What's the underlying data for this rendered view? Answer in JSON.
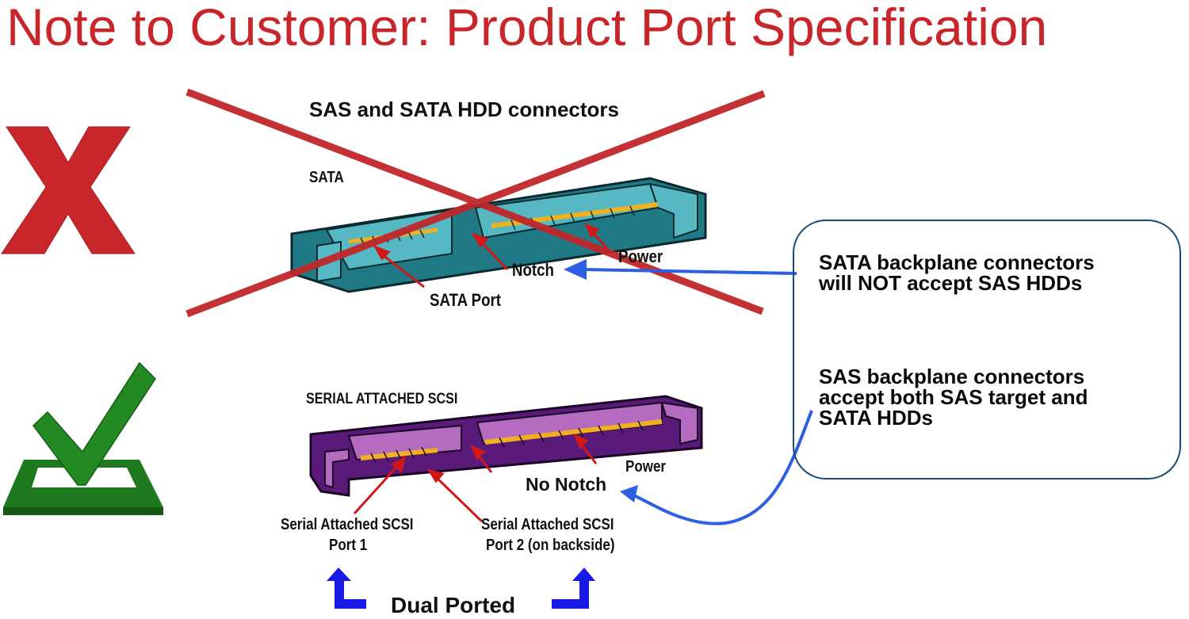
{
  "page_title": "Note to Customer: Product Port Specification",
  "icons": {
    "reject": "red-x-icon",
    "accept": "green-check-icon"
  },
  "colors": {
    "title_red": "#c8262b",
    "cross_out_red": "#c0262b",
    "sata_teal": "#1f7a86",
    "sata_teal_light": "#55b8c2",
    "sas_purple": "#5a1a7a",
    "sas_purple_light": "#b56bbf",
    "pin_gold": "#f0b020",
    "arrow_blue": "#2e5fe0",
    "dual_arrow_blue": "#1a1ae6",
    "check_green": "#1f7a1f",
    "callout_border": "#1a4a78"
  },
  "diagram": {
    "heading": "SAS and SATA HDD connectors",
    "sata": {
      "label": "SATA",
      "labels": {
        "power": "Power",
        "notch": "Notch",
        "port": "SATA Port"
      },
      "status": "crossed-out"
    },
    "sas": {
      "label": "SERIAL ATTACHED SCSI",
      "labels": {
        "power": "Power",
        "no_notch": "No Notch",
        "port1_line1": "Serial Attached SCSI",
        "port1_line2": "Port 1",
        "port2_line1": "Serial Attached SCSI",
        "port2_line2": "Port 2 (on backside)"
      },
      "dual_ported": "Dual Ported"
    }
  },
  "callout": {
    "sata_note_line1": "SATA backplane connectors",
    "sata_note_line2": "will NOT accept SAS HDDs",
    "sas_note_line1": "SAS backplane connectors",
    "sas_note_line2": "accept both SAS target and",
    "sas_note_line3": "SATA HDDs"
  }
}
